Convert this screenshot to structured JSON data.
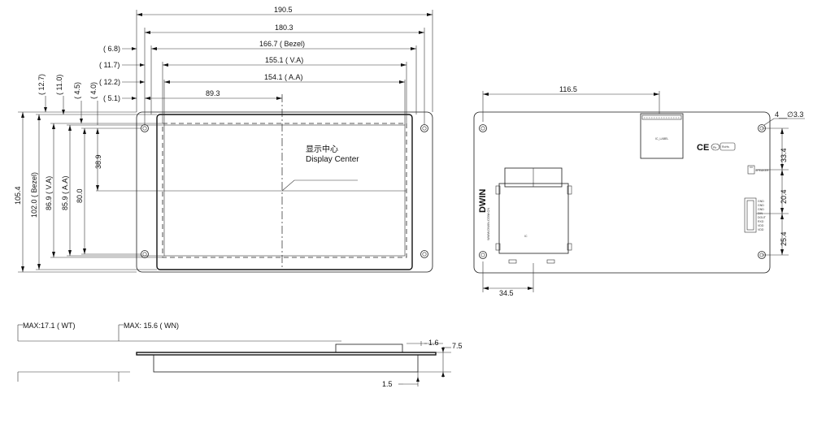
{
  "front_view": {
    "horizontal_dims": {
      "overall": "190.5",
      "hole_pitch": "180.3",
      "bezel": "166.7 ( Bezel)",
      "va": "155.1 ( V.A)",
      "aa": "154.1 ( A.A)",
      "center": "89.3"
    },
    "horizontal_offsets": {
      "o1": "( 6.8)",
      "o2": "( 11.7)",
      "o3": "( 12.2)",
      "o4": "( 5.1)"
    },
    "vertical_dims": {
      "overall": "105.4",
      "bezel": "102.0 ( Bezel)",
      "va": "86.9 ( V.A)",
      "aa": "85.9 ( A.A)",
      "hole_pitch": "80.0",
      "center": "38.9"
    },
    "vertical_offsets": {
      "o1": "( 12.7)",
      "o2": "( 11.0)",
      "o3": "( 4.5)",
      "o4": "( 4.0)"
    },
    "display_center_cn": "显示中心",
    "display_center_en": "Display Center"
  },
  "back_view": {
    "top_dim": "116.5",
    "bottom_dim": "34.5",
    "hole_note": "4__∅3.3",
    "right_dims": [
      "33.4",
      "20.4",
      "25.4"
    ],
    "brand": "DWIN",
    "url": "WWW.DWIN.COM.CN",
    "ce_mark": "CE",
    "pb_mark": "Pb",
    "rohs_mark": "RoHs",
    "speaker_label": "SPEAKER",
    "connector_pins": [
      "GND",
      "GND",
      "GND",
      "DIN",
      "DOUT",
      "RXD",
      "VDD",
      "VDD"
    ]
  },
  "side_view": {
    "max_wt": "MAX:17.1 ( WT)",
    "max_wn": "MAX: 15.6 ( WN)",
    "dim_1_6": "1.6",
    "dim_7_5": "7.5",
    "dim_1_5": "1.5"
  }
}
